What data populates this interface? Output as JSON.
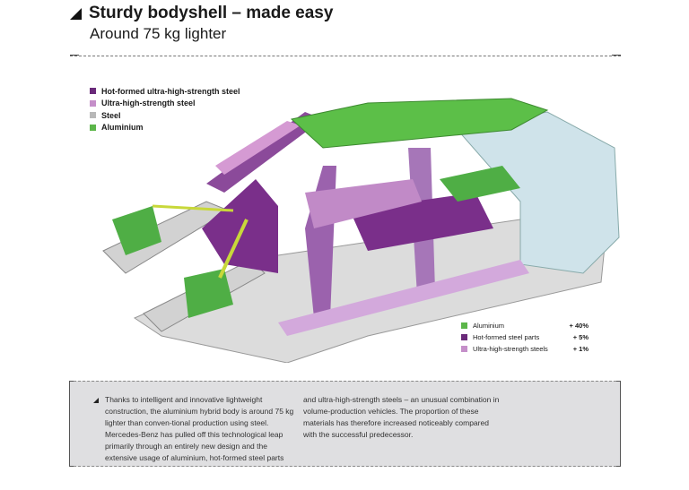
{
  "header": {
    "title": "Sturdy bodyshell – made easy",
    "subtitle": "Around 75 kg lighter"
  },
  "legend": [
    {
      "label": "Hot-formed ultra-high-strength steel",
      "color": "#6a2a7a"
    },
    {
      "label": "Ultra-high-strength steel",
      "color": "#c58fc9"
    },
    {
      "label": "Steel",
      "color": "#b8b8b8"
    },
    {
      "label": "Aluminium",
      "color": "#5cb64a"
    }
  ],
  "proportions": [
    {
      "label": "Aluminium",
      "value": "+ 40%",
      "color": "#5cb64a"
    },
    {
      "label": "Hot-formed steel parts",
      "value": "+ 5%",
      "color": "#6a2a7a"
    },
    {
      "label": "Ultra-high-strength steels",
      "value": "+ 1%",
      "color": "#c58fc9"
    }
  ],
  "body_text": {
    "col1": "Thanks to intelligent and innovative lightweight construction, the aluminium hybrid body is around 75 kg lighter than conven-tional production using steel. Mercedes-Benz has pulled off this technological leap primarily through an entirely new design and the extensive usage of aluminium, hot-formed steel parts",
    "col2": "and ultra-high-strength steels – an unusual combination in volume-production vehicles. The proportion of these materials has therefore increased noticeably compared with the successful predecessor."
  }
}
